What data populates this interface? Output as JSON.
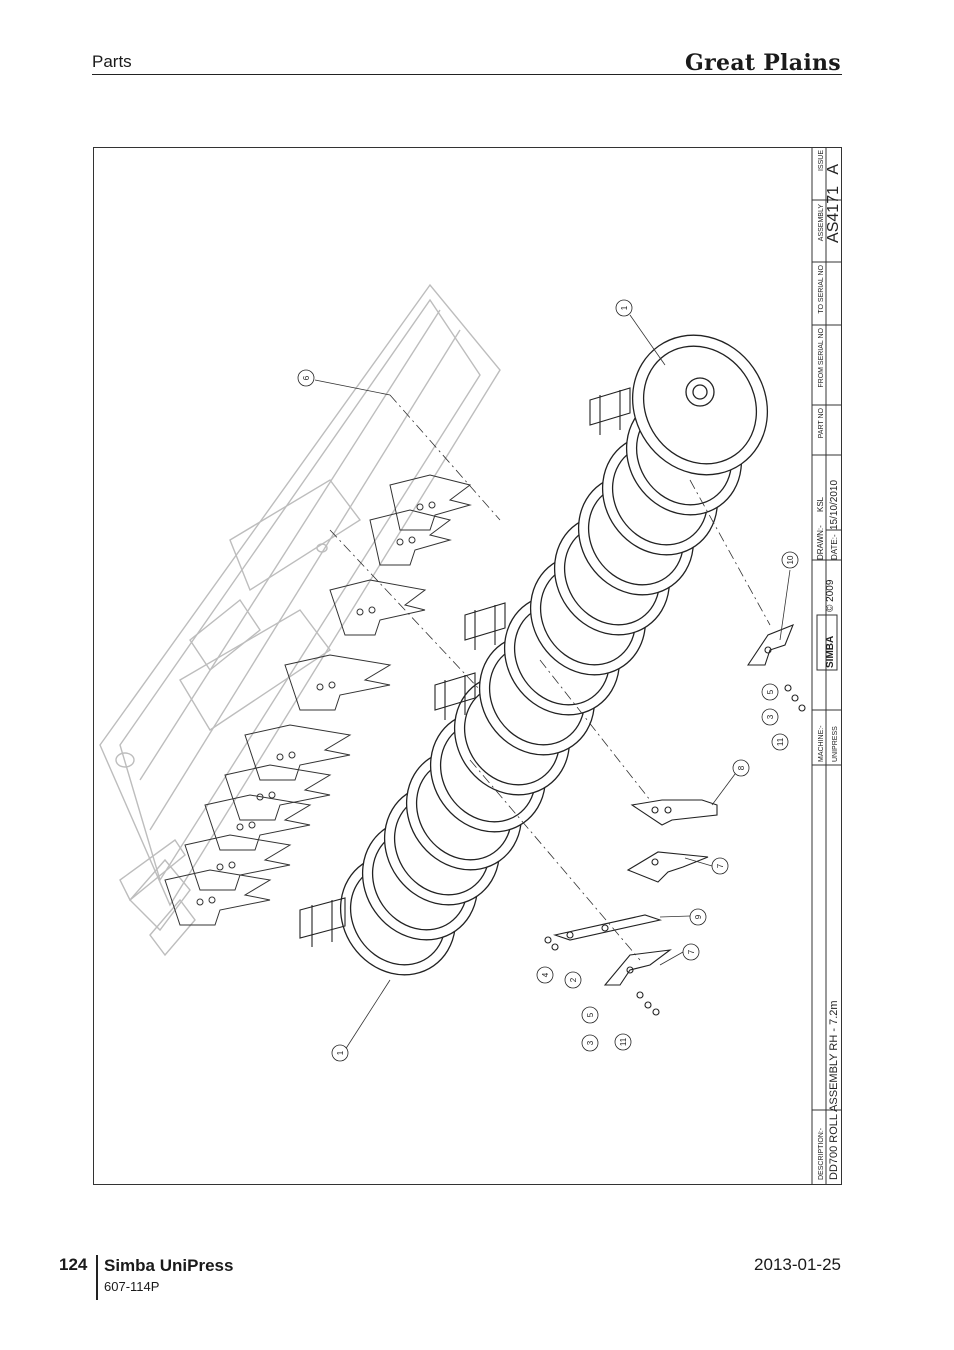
{
  "header": {
    "section": "Parts",
    "brand": "Great Plains"
  },
  "title_block": {
    "issue_label": "ISSUE",
    "issue": "A",
    "assembly_label": "ASSEMBLY",
    "assembly": "AS4171",
    "to_serial_label": "TO SERIAL NO",
    "from_serial_label": "FROM SERIAL NO",
    "part_no_label": "PART NO",
    "drawn_label": "DRAWN:-",
    "drawn": "KSL",
    "date_label": "DATE:-",
    "date": "15/10/2010",
    "copyright": "© 2009",
    "logo_text": "SIMBA",
    "machine_label": "MACHINE:-",
    "machine": "UNIPRESS",
    "description_label": "DESCRIPTION:-",
    "description": "DD700 ROLL ASSEMBLY RH - 7.2m"
  },
  "callouts": [
    "1",
    "6",
    "10",
    "5",
    "3",
    "11",
    "8",
    "7",
    "9",
    "7",
    "4",
    "2",
    "5",
    "3",
    "11",
    "1"
  ],
  "footer": {
    "page": "124",
    "title": "Simba UniPress",
    "code": "607-114P",
    "date": "2013-01-25"
  }
}
